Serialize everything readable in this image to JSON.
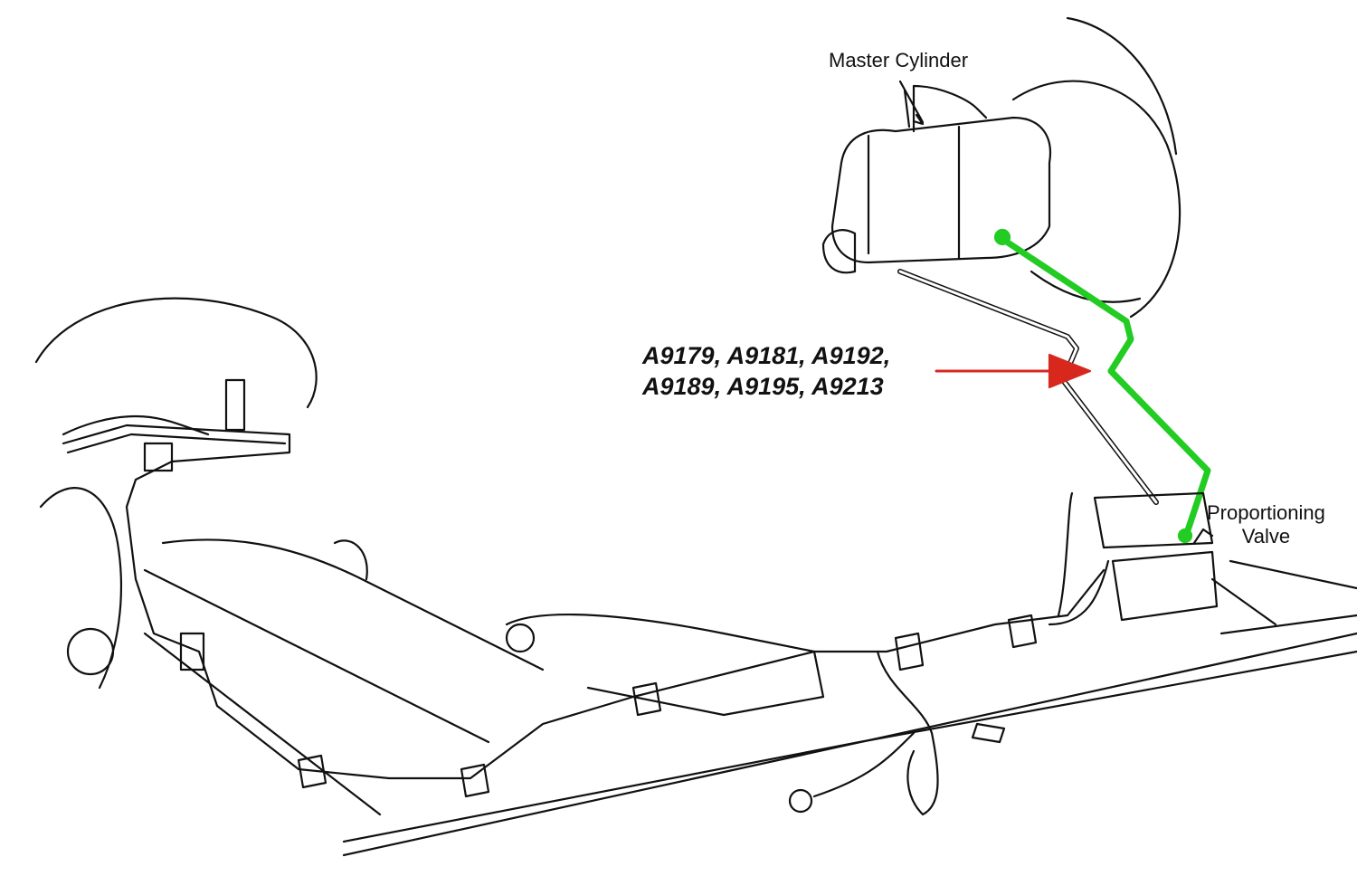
{
  "labels": {
    "master_cylinder": "Master Cylinder",
    "part_numbers_line1": "A9179, A9181, A9192,",
    "part_numbers_line2": "A9189, A9195, A9213",
    "proportioning_valve_line1": "Proportioning",
    "proportioning_valve_line2": "Valve"
  },
  "colors": {
    "highlighted_line": "#22cc22",
    "arrow": "#d8281e",
    "drawing": "#111111"
  }
}
